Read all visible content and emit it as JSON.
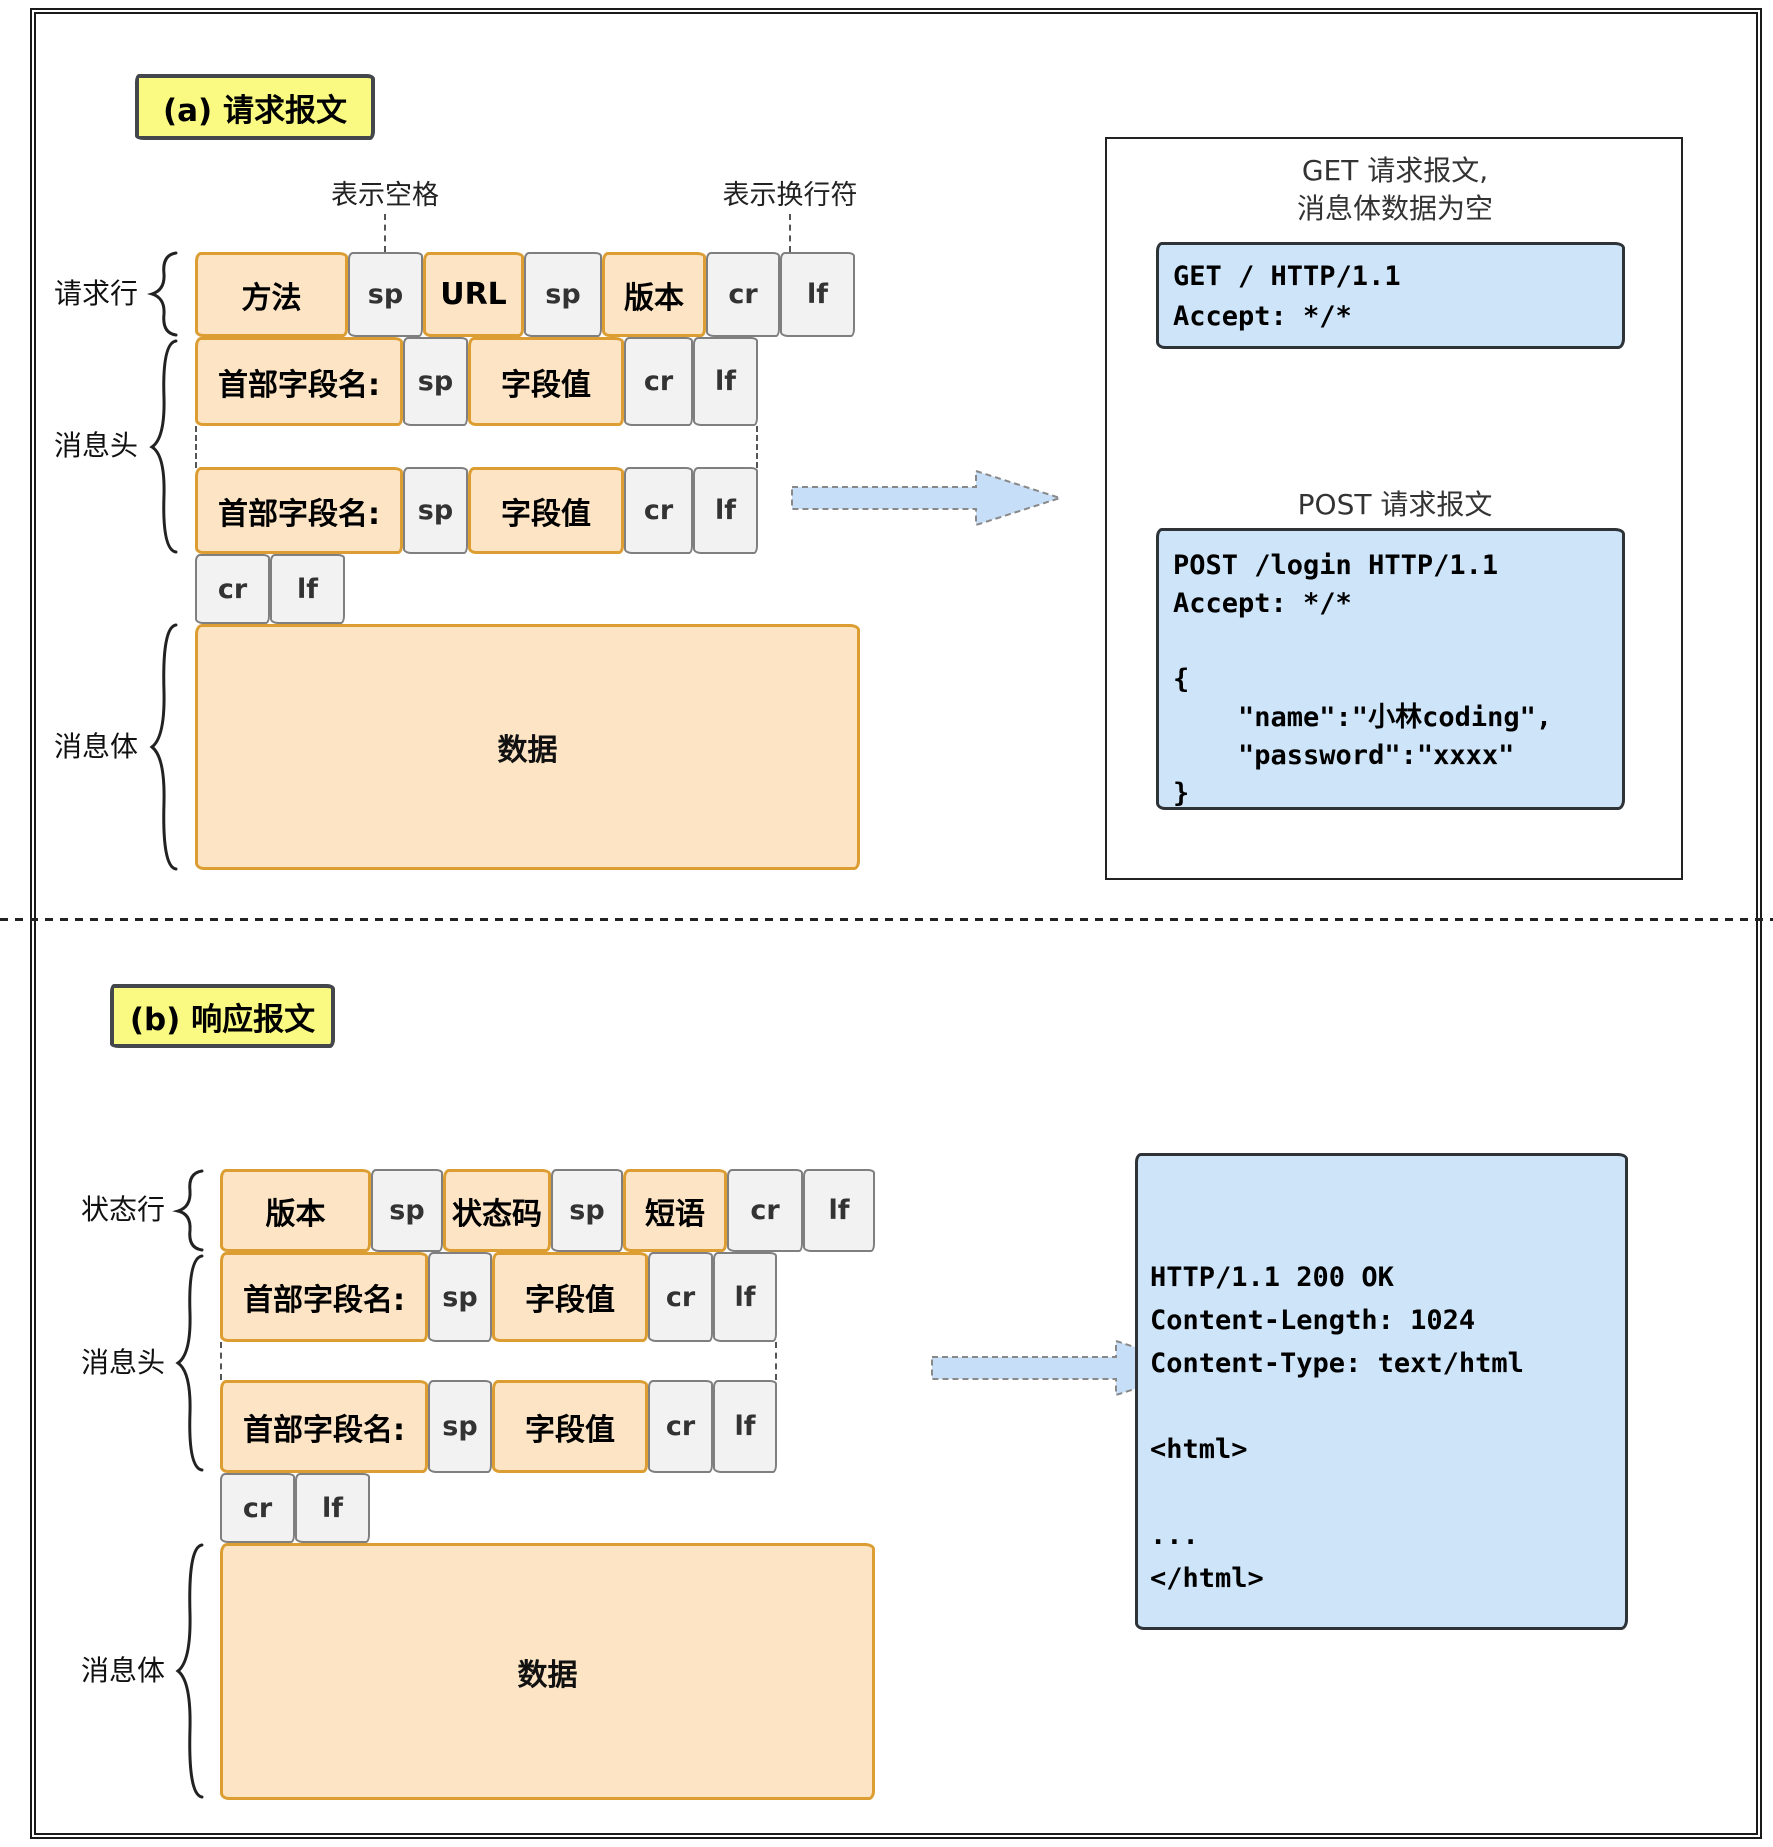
{
  "sections": {
    "a": {
      "tag_label": "(a) 请求报文",
      "annotations": {
        "space": "表示空格",
        "newline": "表示换行符"
      },
      "row_labels": {
        "request_line": "请求行",
        "headers": "消息头",
        "body": "消息体"
      },
      "request_cells": [
        "方法",
        "sp",
        "URL",
        "sp",
        "版本",
        "cr",
        "lf"
      ],
      "header_cells": [
        "首部字段名:",
        "sp",
        "字段值",
        "cr",
        "lf"
      ],
      "crlf_cells": [
        "cr",
        "lf"
      ],
      "data_label": "数据",
      "panel": {
        "get_title": "GET 请求报文,\n消息体数据为空",
        "get_code": "GET / HTTP/1.1\nAccept: */*",
        "post_title": "POST 请求报文",
        "post_code": "POST /login HTTP/1.1\nAccept: */*\n\n{\n    \"name\":\"小林coding\",\n    \"password\":\"xxxx\"\n}"
      }
    },
    "b": {
      "tag_label": "(b) 响应报文",
      "row_labels": {
        "status_line": "状态行",
        "headers": "消息头",
        "body": "消息体"
      },
      "status_cells": [
        "版本",
        "sp",
        "状态码",
        "sp",
        "短语",
        "cr",
        "lf"
      ],
      "header_cells": [
        "首部字段名:",
        "sp",
        "字段值",
        "cr",
        "lf"
      ],
      "crlf_cells": [
        "cr",
        "lf"
      ],
      "data_label": "数据",
      "panel": {
        "response_code": "HTTP/1.1 200 OK\nContent-Length: 1024\nContent-Type: text/html\n\n<html>\n\n...\n</html>"
      }
    }
  },
  "colors": {
    "orange_fill": "#FCE4C4",
    "orange_border": "#DC9E33",
    "gray_fill": "#F2F2F2",
    "gray_border": "#7F7F7F",
    "yellow_fill": "#FAFA82",
    "blue_fill": "#CEE4F9",
    "arrow_fill": "#C7DEF8"
  }
}
